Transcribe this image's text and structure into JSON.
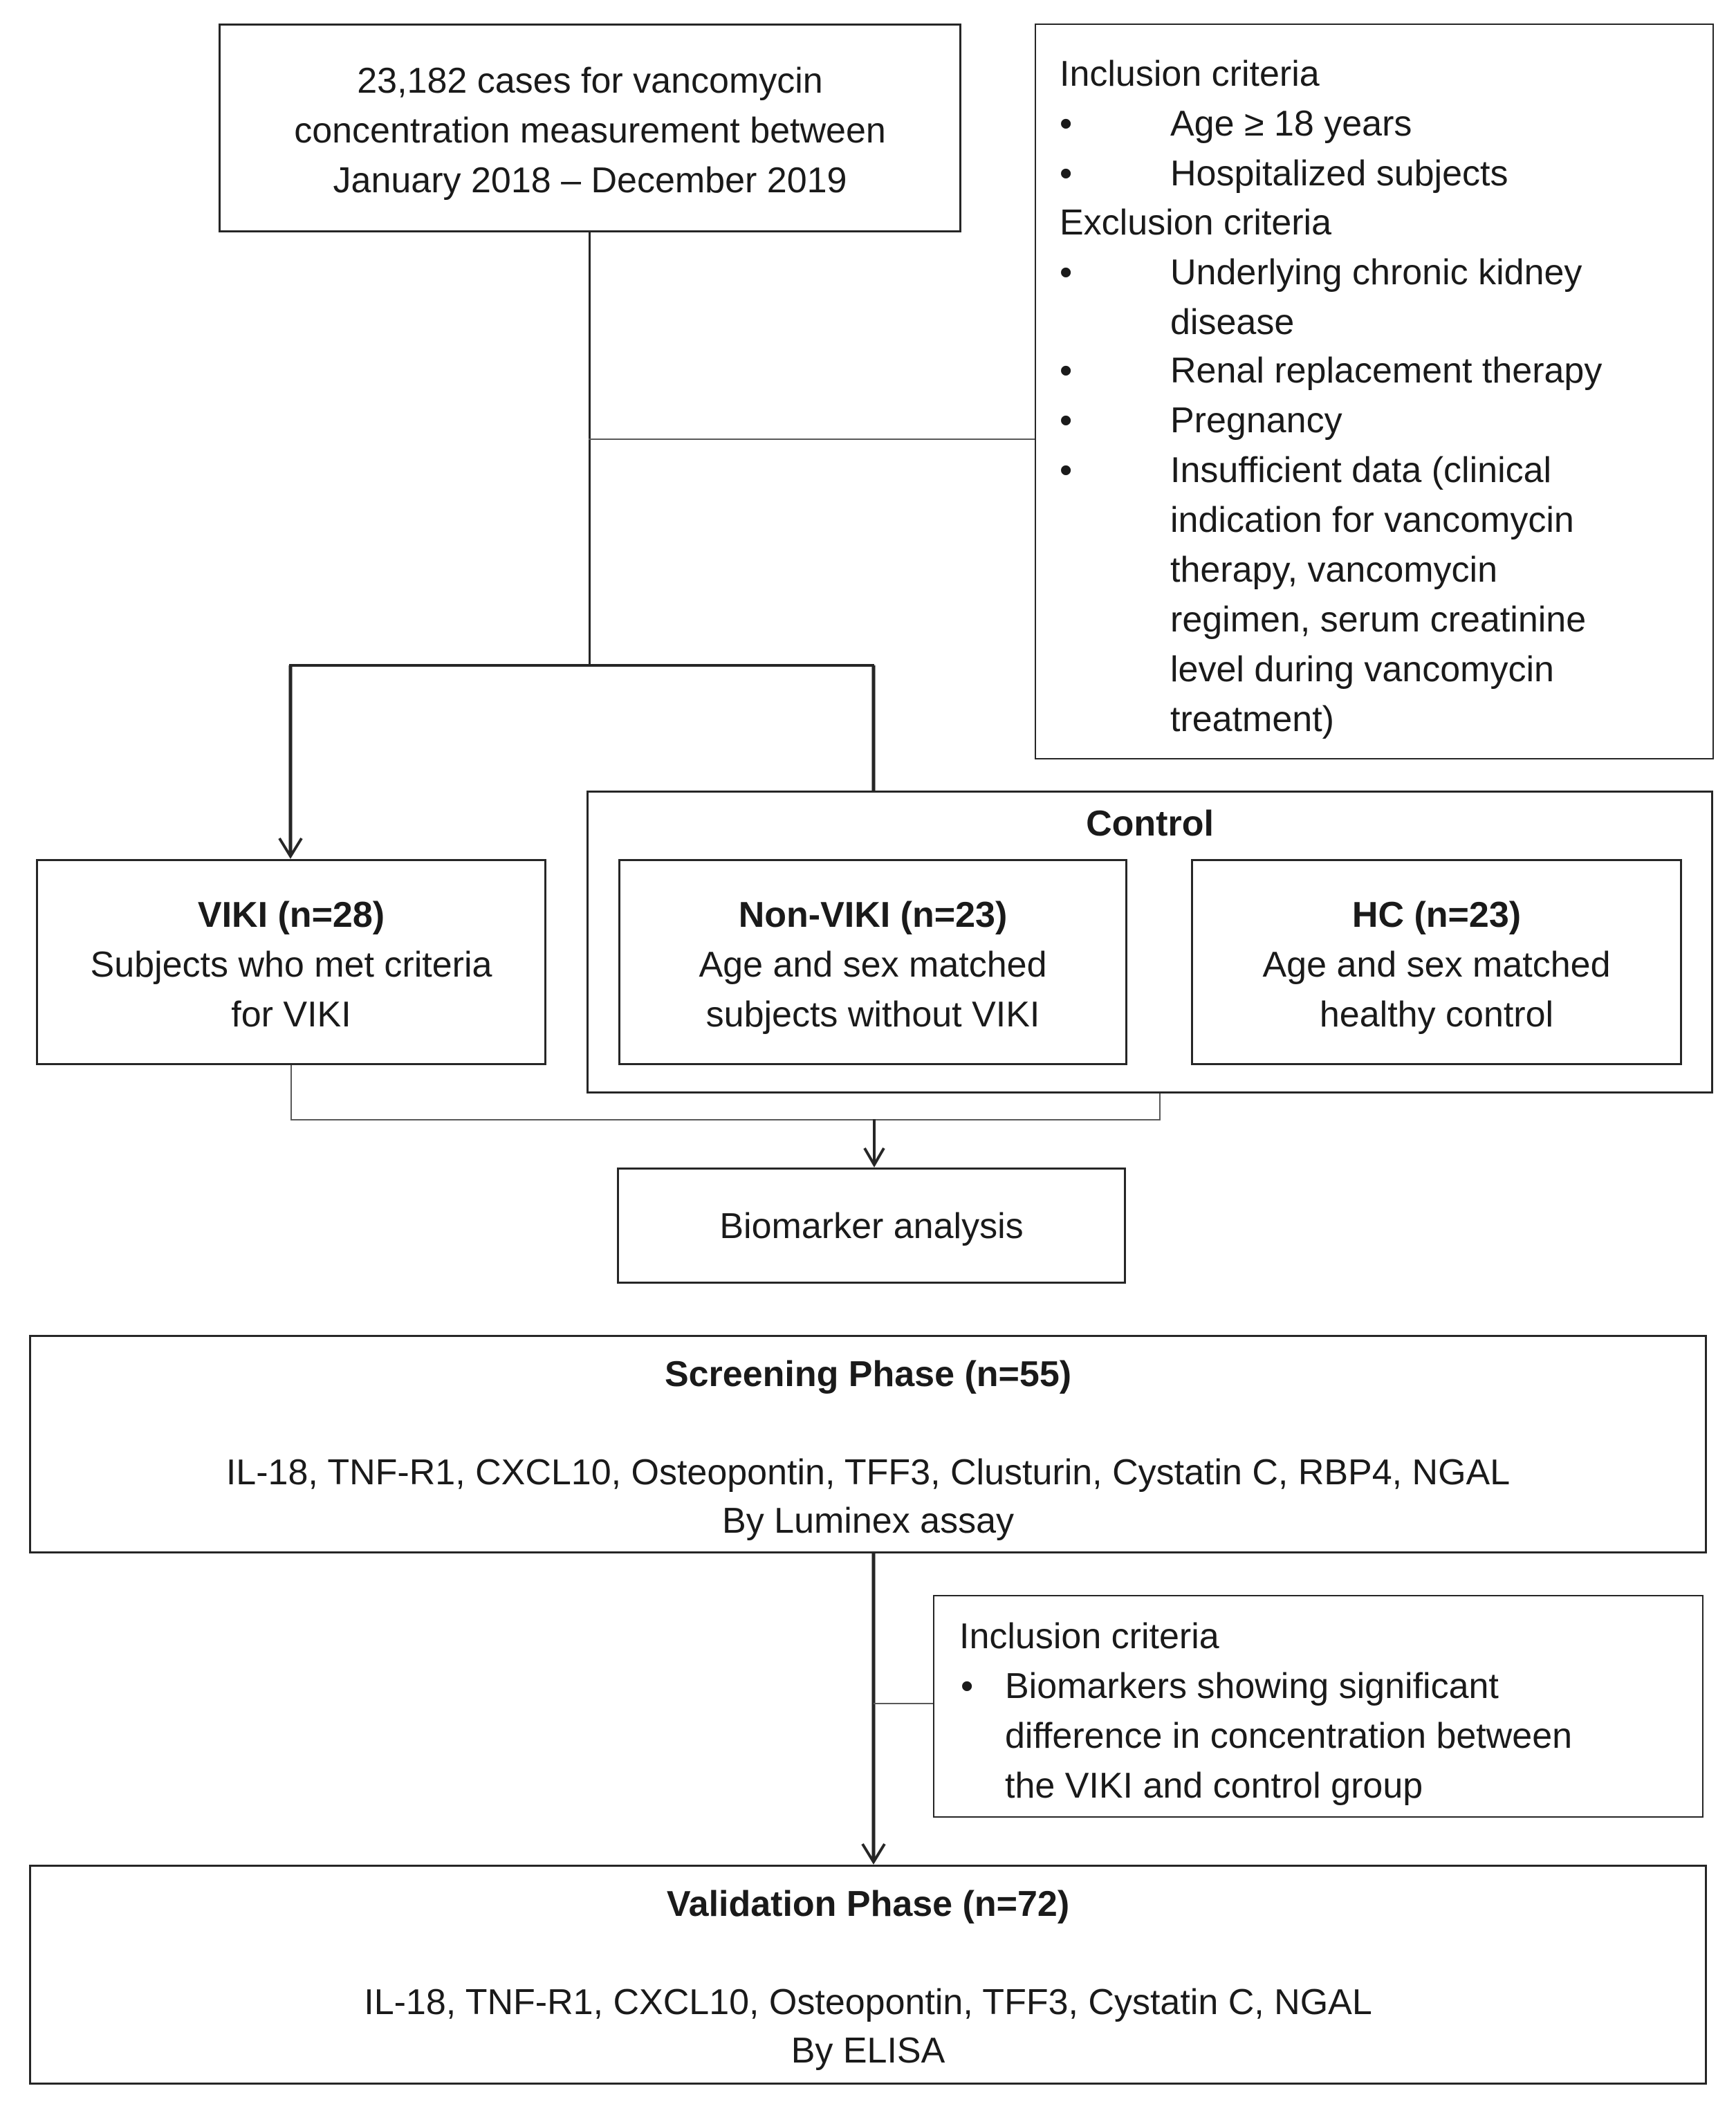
{
  "source_box": {
    "lines": [
      "23,182 cases for vancomycin",
      "concentration measurement between",
      "January 2018 – December 2019"
    ]
  },
  "criteria_box": {
    "inclusion_title": "Inclusion criteria",
    "inclusion_items": [
      "Age ≥ 18 years",
      "Hospitalized subjects"
    ],
    "exclusion_title": "Exclusion criteria",
    "exclusion_items": [
      "Underlying chronic kidney disease",
      "Renal replacement therapy",
      "Pregnancy",
      "Insufficient data (clinical indication for vancomycin therapy, vancomycin regimen, serum creatinine level during vancomycin treatment)"
    ],
    "exclusion_item_lines": {
      "ckd": [
        "Underlying chronic kidney",
        "disease"
      ],
      "insufficient": [
        "Insufficient data (clinical",
        "indication for vancomycin",
        "therapy, vancomycin",
        "regimen, serum creatinine",
        "level during vancomycin",
        "treatment)"
      ]
    },
    "bullet": "•"
  },
  "groups": {
    "control_title": "Control",
    "viki": {
      "title": "VIKI (n=28)",
      "lines": [
        "Subjects who met criteria",
        "for VIKI"
      ]
    },
    "non_viki": {
      "title": "Non-VIKI (n=23)",
      "lines": [
        "Age and sex matched",
        "subjects without VIKI"
      ]
    },
    "hc": {
      "title": "HC (n=23)",
      "lines": [
        "Age and sex matched",
        "healthy control"
      ]
    }
  },
  "biomarker_box": {
    "label": "Biomarker analysis"
  },
  "screening": {
    "title": "Screening Phase (n=55)",
    "markers": "IL-18, TNF-R1, CXCL10, Osteopontin, TFF3, Clusturin, Cystatin C, RBP4, NGAL",
    "method": "By Luminex assay"
  },
  "screening_criteria": {
    "title": "Inclusion criteria",
    "bullet": "•",
    "lines": [
      "Biomarkers showing significant",
      "difference in concentration between",
      "the VIKI and control group"
    ]
  },
  "validation": {
    "title": "Validation Phase (n=72)",
    "markers": "IL-18, TNF-R1, CXCL10, Osteopontin, TFF3, Cystatin C, NGAL",
    "method": "By ELISA"
  }
}
